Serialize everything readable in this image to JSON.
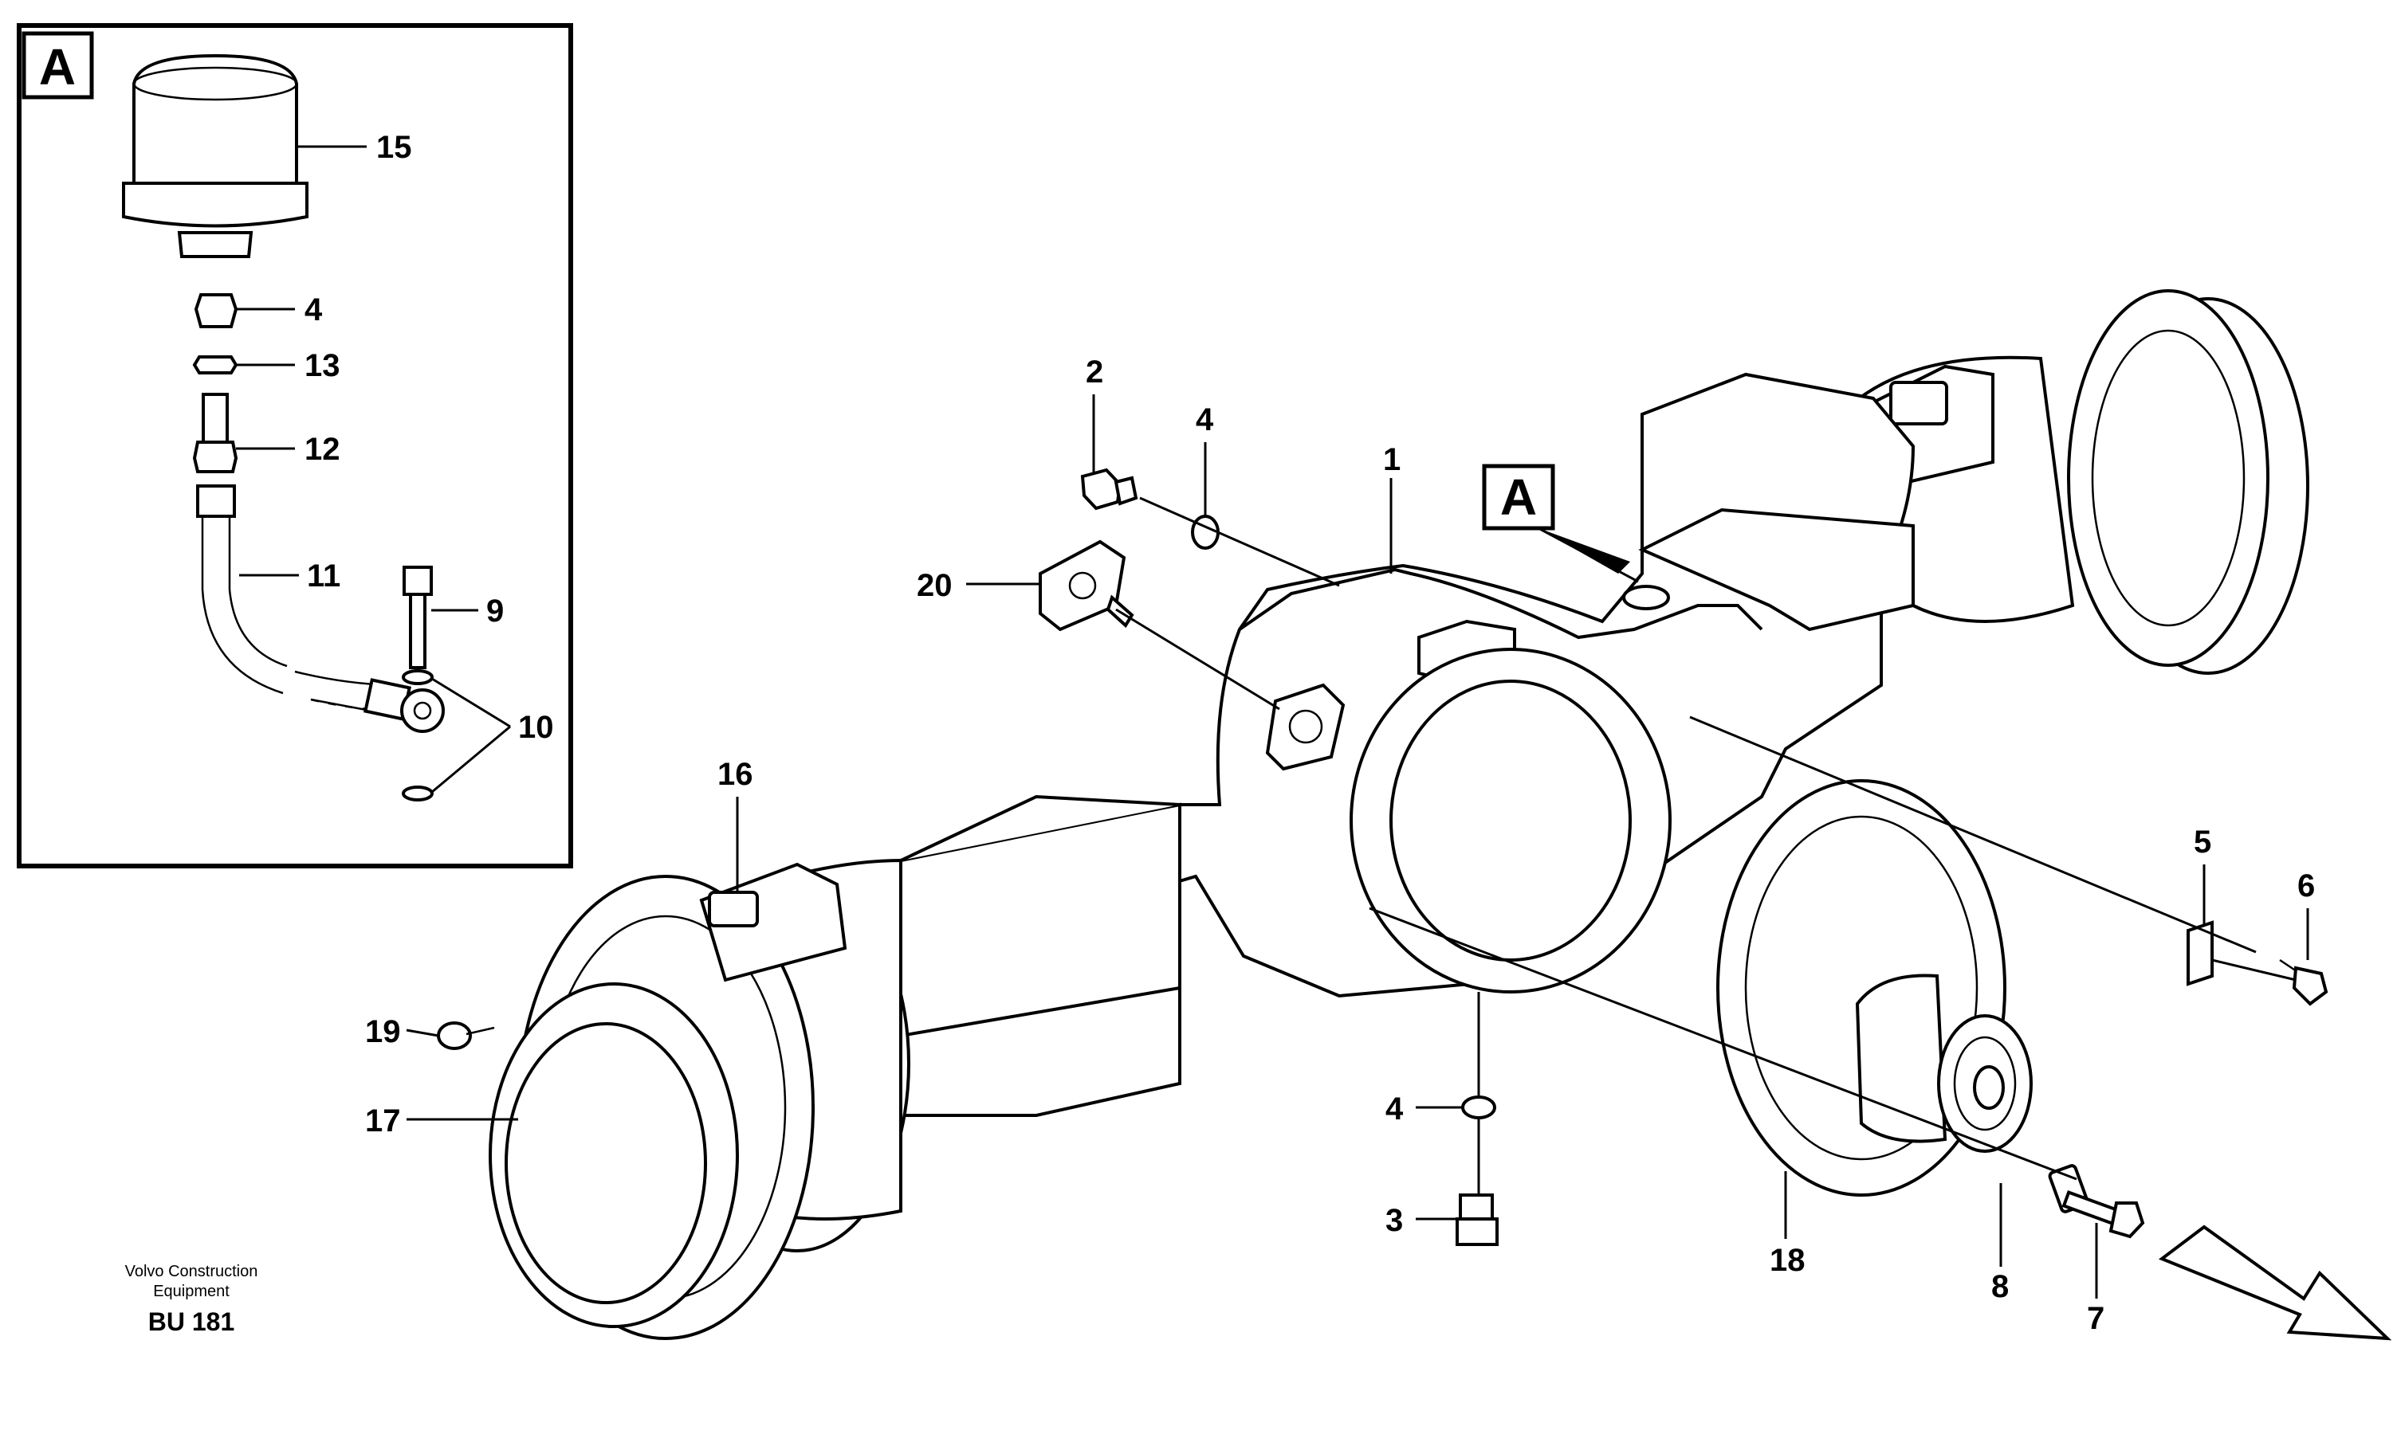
{
  "detail_view": {
    "label": "A",
    "callouts": {
      "c15": "15",
      "c4": "4",
      "c13": "13",
      "c12": "12",
      "c11": "11",
      "c9": "9",
      "c10": "10"
    }
  },
  "main_view": {
    "marker_label": "A",
    "callouts": {
      "c1": "1",
      "c2": "2",
      "c3": "3",
      "c4a": "4",
      "c4b": "4",
      "c5": "5",
      "c6": "6",
      "c7": "7",
      "c8": "8",
      "c16": "16",
      "c17": "17",
      "c18": "18",
      "c19": "19",
      "c20": "20"
    }
  },
  "footer": {
    "credit_line1": "Volvo Construction",
    "credit_line2": "Equipment",
    "drawing_code": "BU 181"
  }
}
